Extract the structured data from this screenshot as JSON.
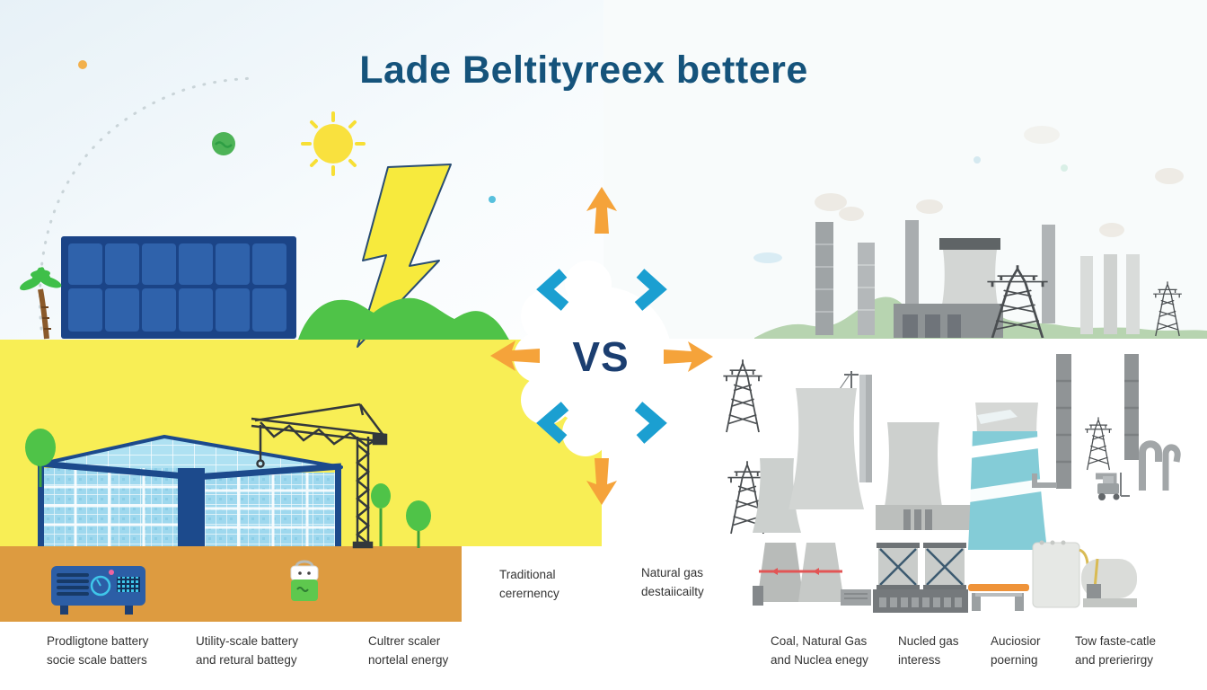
{
  "title": "Lade Beltityreex bettere",
  "vs_badge": "VS",
  "captions": {
    "left": [
      {
        "line1": "Prodligtone battery",
        "line2": "socie scale batters"
      },
      {
        "line1": "Utility-scale battery",
        "line2": "and retural battegy"
      },
      {
        "line1": "Cultrer scaler",
        "line2": "nortelal energy"
      }
    ],
    "middle": [
      {
        "line1": "Traditional",
        "line2": "cerernency"
      },
      {
        "line1": "Natural gas",
        "line2": "destaiicailty"
      }
    ],
    "right": [
      {
        "line1": "Coal, Natural Gas",
        "line2": "and Nuclea enegy"
      },
      {
        "line1": "Nucled gas",
        "line2": "interess"
      },
      {
        "line1": "Auciosior",
        "line2": "poerning"
      },
      {
        "line1": "Tow faste-catle",
        "line2": "and prerierirgy"
      }
    ]
  },
  "colors": {
    "title_blue": "#15537b",
    "vs_navy": "#1b3e70",
    "yellow_ground": "#f8ee55",
    "orange_ground": "#dd9b40",
    "solar_panel_blue": "#2f62ab",
    "structure_navy": "#1c4a8c",
    "grass_green": "#4fc348",
    "muted_green": "#b7d4b0",
    "accent_arrow_orange": "#f5a33a",
    "accent_chevron_teal": "#1b9fd1",
    "lightning_yellow": "#f7ea3d",
    "teal_tower": "#84ccd7",
    "red_band": "#e25555",
    "bench_orange": "#ef9339"
  },
  "illustrations": {
    "left_side": [
      "sun",
      "lightning-bolt",
      "solar-panel",
      "palm-tree",
      "battery-warehouse",
      "construction-crane",
      "trees",
      "inverter-unit",
      "battery-mascot"
    ],
    "right_side": [
      "smokestacks",
      "cooling-towers",
      "factory-building",
      "transmission-towers",
      "teal-reactor-tower",
      "gas-pipes",
      "forklift",
      "storage-tanks",
      "bench"
    ]
  }
}
